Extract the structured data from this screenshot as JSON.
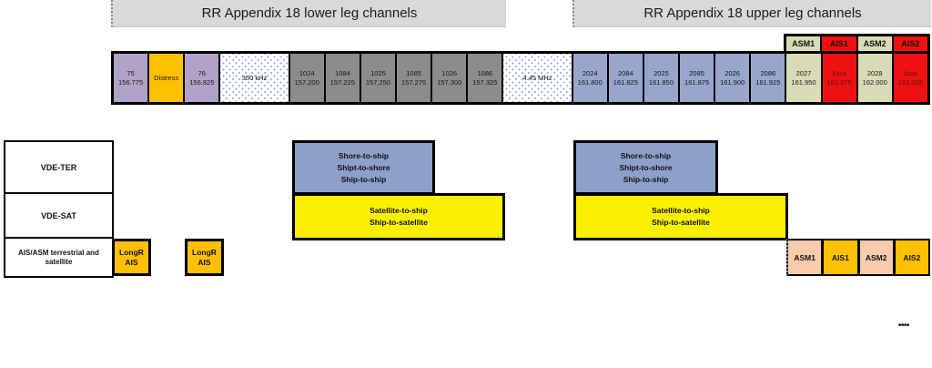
{
  "titles": {
    "lower": "RR Appendix 18 lower leg channels",
    "upper": "RR Appendix 18 upper leg channels"
  },
  "colors": {
    "title_bar": "#d9d9d9",
    "purple_channel": "#b2a2c7",
    "distress_orange": "#ffc000",
    "gray_channel": "#8c8c8c",
    "blue_channel": "#98a6ce",
    "khaki_channel": "#d9dbb7",
    "red_channel": "#ee1111",
    "terrestrial_link_blue": "#8da0ca",
    "satellite_link_yellow": "#fbf000",
    "asm_peach": "#f8cbad",
    "ais_orange": "#ffc000",
    "guard_dot_blue": "#8fa3dc"
  },
  "strip": {
    "channels": [
      {
        "label": "75",
        "freq": "156.775",
        "type": "purple"
      },
      {
        "label": "Distress",
        "freq": "",
        "type": "orange"
      },
      {
        "label": "76",
        "freq": "156.825",
        "type": "purple"
      },
      {
        "label": "350 kHz",
        "freq": "",
        "type": "guard-band"
      },
      {
        "label": "1024",
        "freq": "157.200",
        "type": "gray"
      },
      {
        "label": "1084",
        "freq": "157.225",
        "type": "gray"
      },
      {
        "label": "1025",
        "freq": "157.250",
        "type": "gray"
      },
      {
        "label": "1085",
        "freq": "157.275",
        "type": "gray"
      },
      {
        "label": "1026",
        "freq": "157.300",
        "type": "gray"
      },
      {
        "label": "1086",
        "freq": "157.325",
        "type": "gray"
      },
      {
        "label": "4.45 MHz",
        "freq": "",
        "type": "guard-band"
      },
      {
        "label": "2024",
        "freq": "161.800",
        "type": "blue"
      },
      {
        "label": "2084",
        "freq": "161.825",
        "type": "blue"
      },
      {
        "label": "2025",
        "freq": "161.850",
        "type": "blue"
      },
      {
        "label": "2085",
        "freq": "161.875",
        "type": "blue"
      },
      {
        "label": "2026",
        "freq": "161.900",
        "type": "blue"
      },
      {
        "label": "2086",
        "freq": "161.925",
        "type": "blue"
      },
      {
        "label": "2027",
        "freq": "161.950",
        "type": "khaki"
      },
      {
        "label": "Xxxx",
        "freq": "161.975",
        "type": "red"
      },
      {
        "label": "2028",
        "freq": "162.000",
        "type": "khaki"
      },
      {
        "label": "Xxxx",
        "freq": "162.025",
        "type": "red"
      }
    ],
    "headers": [
      {
        "label": "ASM1",
        "type": "khaki"
      },
      {
        "label": "AIS1",
        "type": "red"
      },
      {
        "label": "ASM2",
        "type": "khaki"
      },
      {
        "label": "AIS2",
        "type": "red"
      }
    ]
  },
  "legend": {
    "rows": [
      "VDE-TER",
      "VDE-SAT",
      "AIS/ASM terrestrial and satellite"
    ]
  },
  "longr": {
    "line1": "LongR",
    "line2": "AIS"
  },
  "links": {
    "terrestrial": {
      "line1": "Shore-to-ship",
      "line2": "Shipt-to-shore",
      "line3": "Ship-to-ship"
    },
    "satellite": {
      "line1": "Satellite-to-ship",
      "line2": "Ship-to-satellite"
    }
  },
  "bottom": {
    "channels": [
      {
        "label": "ASM1",
        "type": "peach"
      },
      {
        "label": "AIS1",
        "type": "orange"
      },
      {
        "label": "ASM2",
        "type": "peach"
      },
      {
        "label": "AIS2",
        "type": "orange"
      }
    ]
  },
  "fine_print": "■■■■"
}
